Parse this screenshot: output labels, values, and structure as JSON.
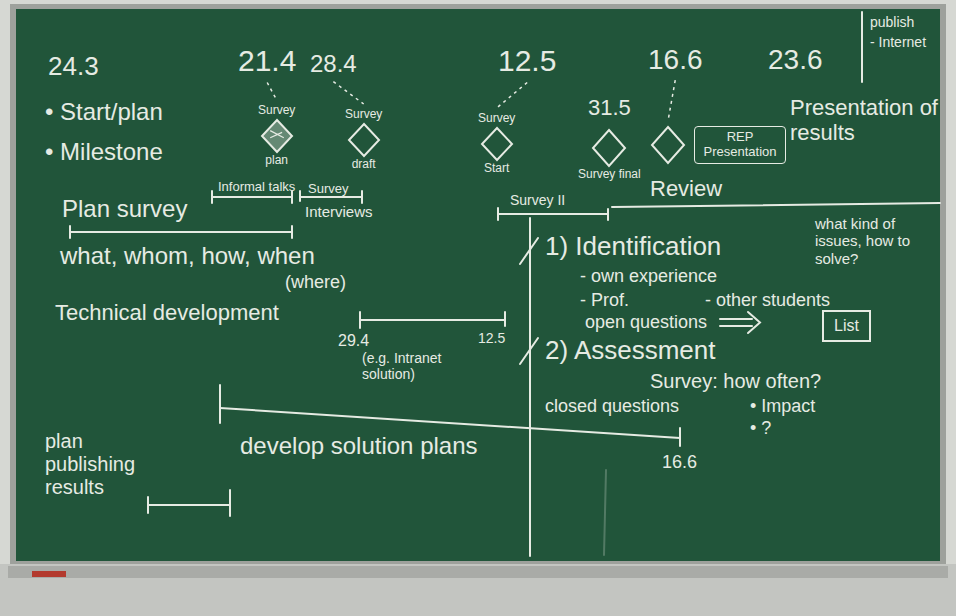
{
  "diagram": {
    "nodes": [
      {
        "text": [
          "Survey",
          "plan"
        ]
      },
      {
        "text": [
          "Survey",
          "draft"
        ]
      },
      {
        "text": [
          "Survey",
          "Start"
        ]
      },
      {
        "text": [
          "Survey final"
        ]
      },
      {
        "text": [
          "REP Presentation"
        ]
      },
      {
        "text": [
          "List"
        ]
      }
    ],
    "labels": [
      "24.3",
      "21.4",
      "28.4",
      "12.5",
      "16.6",
      "23.6",
      "publish",
      "- Internet",
      "• Start/plan",
      "• Milestone",
      "31.5",
      "Presentation of results",
      "Review",
      "Informal talks",
      "Plan survey",
      "Survey",
      "Interviews",
      "Survey II",
      "what, whom, how, when",
      "(where)",
      "Technical development",
      "29.4",
      "(e.g. Intranet solution)",
      "12.5",
      "1) Identification",
      "- own experience",
      "- Prof.",
      "- other students",
      "open questions",
      "what kind of issues, how to solve?",
      "2) Assessment",
      "Survey: how often?",
      "closed questions",
      "• Impact",
      "• ?",
      "develop solution plans",
      "16.6",
      "plan publishing results"
    ]
  }
}
